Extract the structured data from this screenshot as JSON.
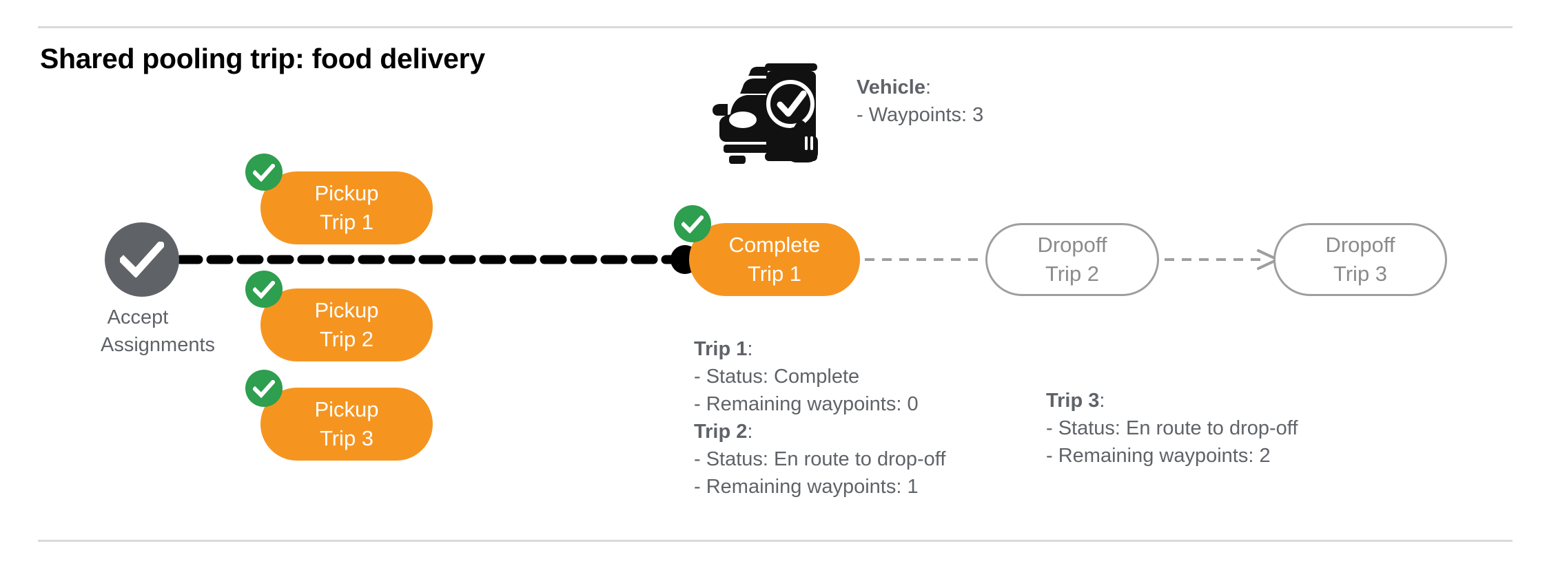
{
  "page": {
    "title": "Shared pooling trip: food delivery",
    "accent_orange": "#F59520",
    "accent_green": "#2E9E4F",
    "muted_gray": "#5F6368",
    "outline_gray": "#9E9E9E",
    "rule_gray": "#D9D9D9"
  },
  "start_node": {
    "icon": "check-circle-icon",
    "label": "Accept\nAssignments"
  },
  "pickups": [
    {
      "line1": "Pickup",
      "line2": "Trip 1",
      "badge": "check-badge-icon",
      "state": "complete"
    },
    {
      "line1": "Pickup",
      "line2": "Trip 2",
      "badge": "check-badge-icon",
      "state": "complete"
    },
    {
      "line1": "Pickup",
      "line2": "Trip 3",
      "badge": "check-badge-icon",
      "state": "complete"
    }
  ],
  "complete_node": {
    "line1": "Complete",
    "line2": "Trip 1",
    "badge": "check-badge-icon",
    "state": "complete"
  },
  "dropoffs": [
    {
      "line1": "Dropoff",
      "line2": "Trip 2",
      "state": "pending"
    },
    {
      "line1": "Dropoff",
      "line2": "Trip 3",
      "state": "pending"
    }
  ],
  "vehicle": {
    "icon": "car-phone-check-icon",
    "heading": "Vehicle",
    "heading_colon": ":",
    "waypoints_line": "- Waypoints: 3"
  },
  "trip_details": {
    "trip1": {
      "heading": "Trip 1",
      "heading_colon": ":",
      "status_line": "- Status:  Complete",
      "waypoints_line": "- Remaining waypoints: 0"
    },
    "trip2": {
      "heading": "Trip 2",
      "heading_colon": ":",
      "status_line": "- Status:  En route to drop-off",
      "waypoints_line": "- Remaining waypoints: 1"
    },
    "trip3": {
      "heading": "Trip 3",
      "heading_colon": ":",
      "status_line": "- Status:  En route to drop-off",
      "waypoints_line": "- Remaining waypoints: 2"
    }
  }
}
